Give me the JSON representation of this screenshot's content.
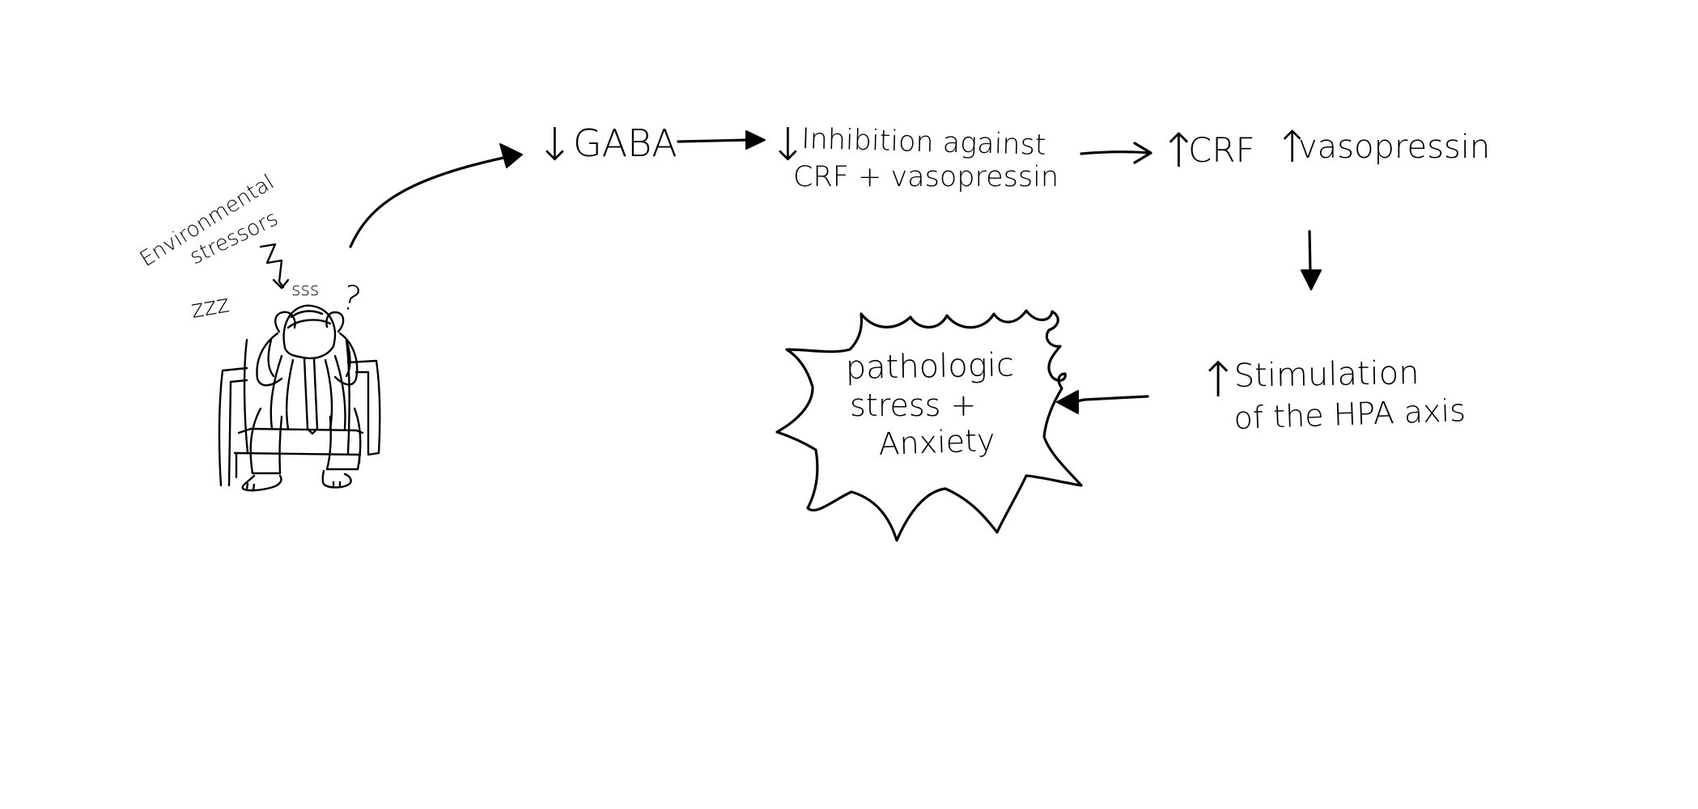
{
  "labels": {
    "environmental": "Environmental",
    "stressors": "stressors",
    "zzz": "zzz",
    "sss": "sss",
    "question": "?"
  },
  "nodes": {
    "gaba": {
      "arrow": "↓",
      "text": "GABA"
    },
    "inhibition": {
      "arrow": "↓",
      "line1": "Inhibition against",
      "line2": "CRF + vasopressin"
    },
    "crf": {
      "arrow1": "↑",
      "text1": "CRF",
      "arrow2": "↑",
      "text2": "vasopressin"
    },
    "hpa": {
      "arrow": "↑",
      "line1": "Stimulation",
      "line2": "of the HPA axis"
    },
    "outcome": {
      "line1": "pathologic",
      "line2": "stress +",
      "line3": "Anxiety"
    }
  },
  "colors": {
    "ink": "#000000",
    "background": "#ffffff"
  }
}
